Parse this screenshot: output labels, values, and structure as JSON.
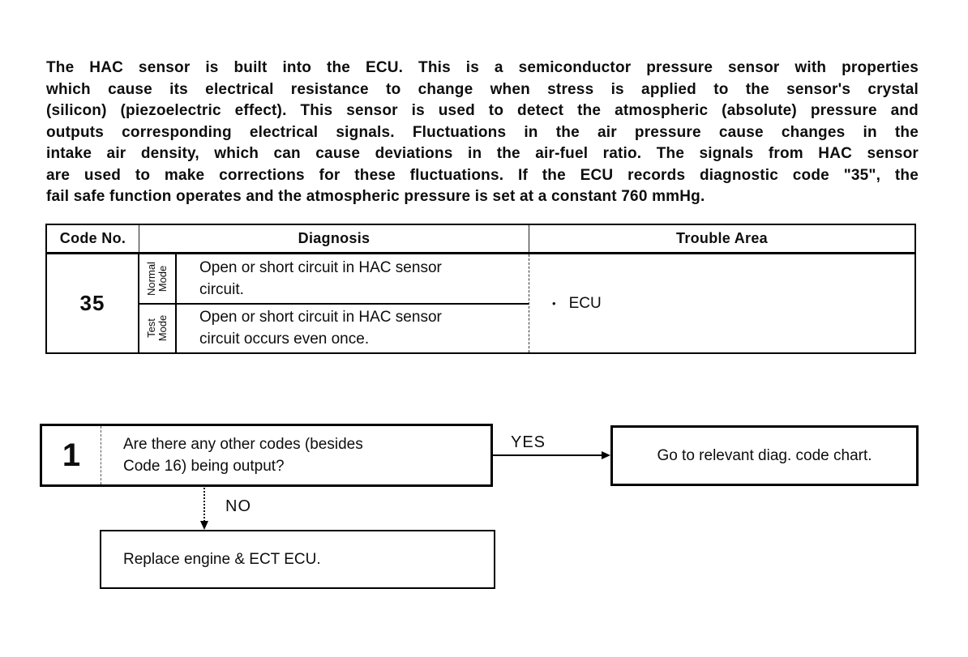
{
  "page": {
    "background": "#ffffff",
    "text_color": "#0d0d0d"
  },
  "intro": {
    "lines": [
      "The HAC sensor is built into the ECU.  This is a semiconductor pressure sensor with properties",
      "which cause its electrical resistance to change when stress is applied to the sensor's crystal",
      "(silicon) (piezoelectric effect).  This sensor is used to detect the atmospheric (absolute) pressure and",
      "outputs corresponding electrical signals.  Fluctuations in the air pressure cause changes in the",
      "intake air density, which can cause deviations in the air-fuel ratio.  The signals from HAC sensor",
      "are used to make corrections for these fluctuations.  If the ECU records diagnostic code \"35\", the",
      "fail safe function operates and the atmospheric pressure is set at a constant 760 mmHg."
    ]
  },
  "table": {
    "header": {
      "code_no": "Code No.",
      "diagnosis": "Diagnosis",
      "trouble_area": "Trouble Area"
    },
    "code_no": "35",
    "rows": [
      {
        "mode_line1": "Normal",
        "mode_line2": "Mode",
        "text_line1": "Open or short circuit in HAC sensor",
        "text_line2": "circuit."
      },
      {
        "mode_line1": "Test",
        "mode_line2": "Mode",
        "text_line1": "Open or short circuit in HAC sensor",
        "text_line2": "circuit occurs even once."
      }
    ],
    "trouble_area": {
      "bullet": "•",
      "label": "ECU"
    }
  },
  "flowchart": {
    "step_number": "1",
    "question_line1": "Are there any other codes (besides",
    "question_line2": "Code 16) being output?",
    "yes_label": "YES",
    "no_label": "NO",
    "yes_action": "Go to relevant diag. code chart.",
    "no_action": "Replace engine & ECT ECU."
  }
}
